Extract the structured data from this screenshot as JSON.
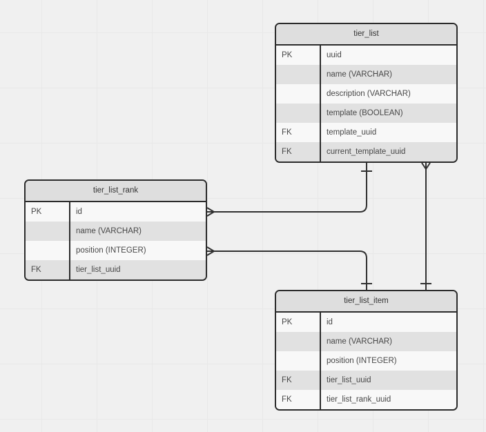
{
  "canvas": {
    "background_color": "#f0f0f0",
    "grid_color": "#e8e8e8",
    "wire_color": "#303030",
    "table_border_color": "#2b2b2b",
    "header_bg_color": "#dedede",
    "row_light_color": "#f8f8f8",
    "row_alt_color": "#e1e1e1"
  },
  "tables": [
    {
      "name": "tier_list",
      "fields": [
        {
          "key": "PK",
          "label": "uuid"
        },
        {
          "key": "",
          "label": "name (VARCHAR)"
        },
        {
          "key": "",
          "label": "description (VARCHAR)"
        },
        {
          "key": "",
          "label": "template (BOOLEAN)"
        },
        {
          "key": "FK",
          "label": "template_uuid"
        },
        {
          "key": "FK",
          "label": "current_template_uuid"
        }
      ]
    },
    {
      "name": "tier_list_rank",
      "fields": [
        {
          "key": "PK",
          "label": "id"
        },
        {
          "key": "",
          "label": "name (VARCHAR)"
        },
        {
          "key": "",
          "label": "position (INTEGER)"
        },
        {
          "key": "FK",
          "label": "tier_list_uuid"
        }
      ]
    },
    {
      "name": "tier_list_item",
      "fields": [
        {
          "key": "PK",
          "label": "id"
        },
        {
          "key": "",
          "label": "name (VARCHAR)"
        },
        {
          "key": "",
          "label": "position (INTEGER)"
        },
        {
          "key": "FK",
          "label": "tier_list_uuid"
        },
        {
          "key": "FK",
          "label": "tier_list_rank_uuid"
        }
      ]
    }
  ],
  "relationships": [
    {
      "from_table": "tier_list",
      "from_marker": "one",
      "to_table": "tier_list_rank",
      "to_marker": "many"
    },
    {
      "from_table": "tier_list",
      "from_marker": "many",
      "to_table": "tier_list_item",
      "to_marker": "one"
    },
    {
      "from_table": "tier_list_rank",
      "from_marker": "many",
      "to_table": "tier_list_item",
      "to_marker": "one"
    }
  ]
}
